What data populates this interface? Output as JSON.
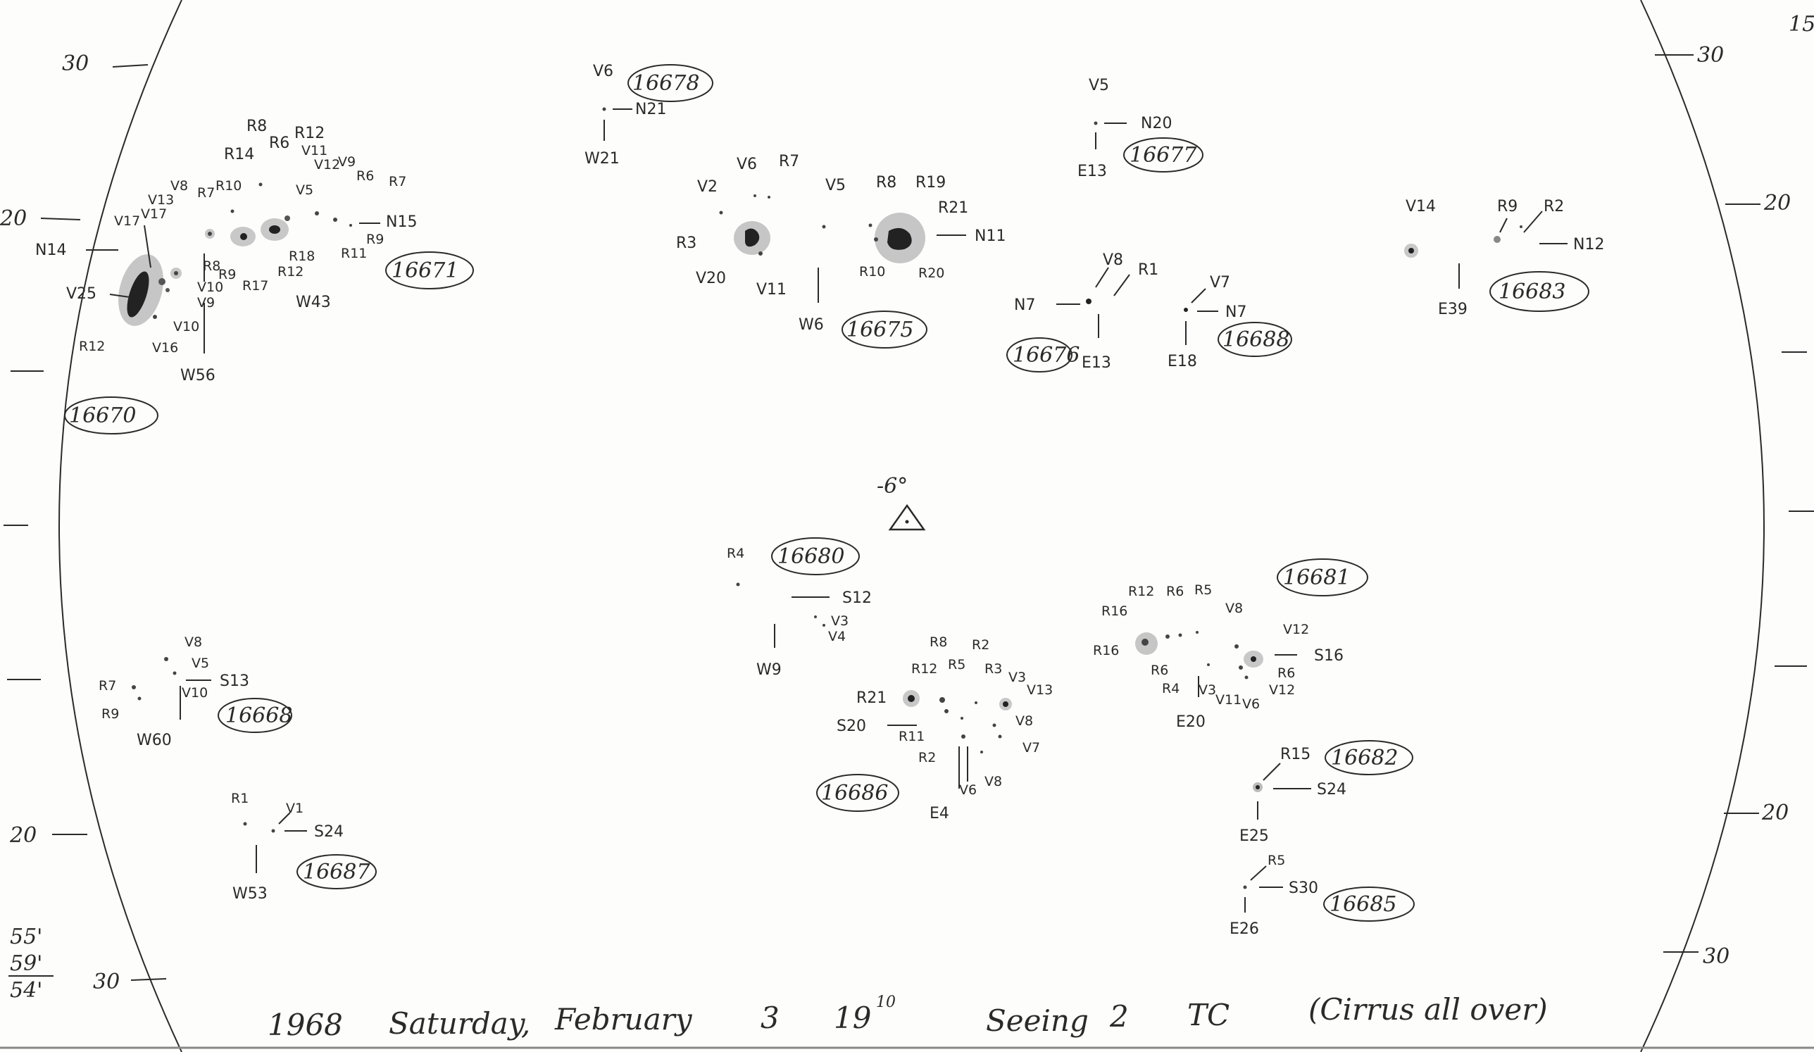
{
  "header": {
    "corner_mark": "15"
  },
  "left_scale": [
    "30",
    "20",
    "20",
    "30"
  ],
  "right_scale": [
    "30",
    "20",
    "20",
    "30"
  ],
  "sky": {
    "angle": "-6°"
  },
  "groups": [
    {
      "region": "16670",
      "labels": [
        "N14",
        "V25",
        "V17",
        "V13",
        "V8",
        "V17",
        "V10",
        "V9",
        "V10",
        "V16",
        "R12",
        "W56"
      ]
    },
    {
      "region": "16671",
      "labels": [
        "R14",
        "R8",
        "R6",
        "R12",
        "R7",
        "R10",
        "V11",
        "V5",
        "V12",
        "V9",
        "R6",
        "R7",
        "N15",
        "R8",
        "R9",
        "R17",
        "R18",
        "R12",
        "R11",
        "R9",
        "W43"
      ]
    },
    {
      "region": "16678",
      "labels": [
        "V6",
        "N21",
        "W21"
      ]
    },
    {
      "region": "16675",
      "labels": [
        "V2",
        "V6",
        "R7",
        "V5",
        "R8",
        "R19",
        "R21",
        "N11",
        "R3",
        "V20",
        "V11",
        "R10",
        "R20",
        "W6"
      ]
    },
    {
      "region": "16677",
      "labels": [
        "V5",
        "N20",
        "E13"
      ]
    },
    {
      "region": "16676",
      "labels": [
        "N7",
        "V8",
        "R1",
        "E13"
      ]
    },
    {
      "region": "16688",
      "labels": [
        "V7",
        "N7",
        "E18"
      ]
    },
    {
      "region": "16683",
      "labels": [
        "V14",
        "R9",
        "R2",
        "N12",
        "E39"
      ]
    },
    {
      "region": "16668",
      "labels": [
        "V8",
        "R7",
        "V5",
        "R9",
        "V10",
        "S13",
        "W60"
      ]
    },
    {
      "region": "16687",
      "labels": [
        "R1",
        "V1",
        "S24",
        "W53"
      ]
    },
    {
      "region": "16680",
      "labels": [
        "R4",
        "S12",
        "V3",
        "V4",
        "W9"
      ]
    },
    {
      "region": "16686",
      "labels": [
        "R8",
        "R2",
        "R12",
        "R5",
        "R3",
        "V3",
        "R21",
        "V13",
        "V8",
        "S20",
        "R11",
        "V7",
        "R2",
        "V6",
        "V8",
        "E4"
      ]
    },
    {
      "region": "16681",
      "labels": [
        "R12",
        "R6",
        "R5",
        "R16",
        "V8",
        "V12",
        "R16",
        "S16",
        "R6",
        "R6",
        "V12",
        "R4",
        "V3",
        "V11",
        "V6",
        "E20"
      ]
    },
    {
      "region": "16682",
      "labels": [
        "R15",
        "S24",
        "E25"
      ]
    },
    {
      "region": "16685",
      "labels": [
        "R5",
        "S30",
        "E26"
      ]
    }
  ],
  "corner_note": [
    "55'",
    "59'",
    "54'"
  ],
  "footer": {
    "year": "1968",
    "day": "Saturday,",
    "month": "February",
    "date": "3",
    "time": "19",
    "time_super": "10",
    "seeing_word": "Seeing",
    "seeing_val": "2",
    "observer": "TC",
    "note": "(Cirrus all over)"
  }
}
